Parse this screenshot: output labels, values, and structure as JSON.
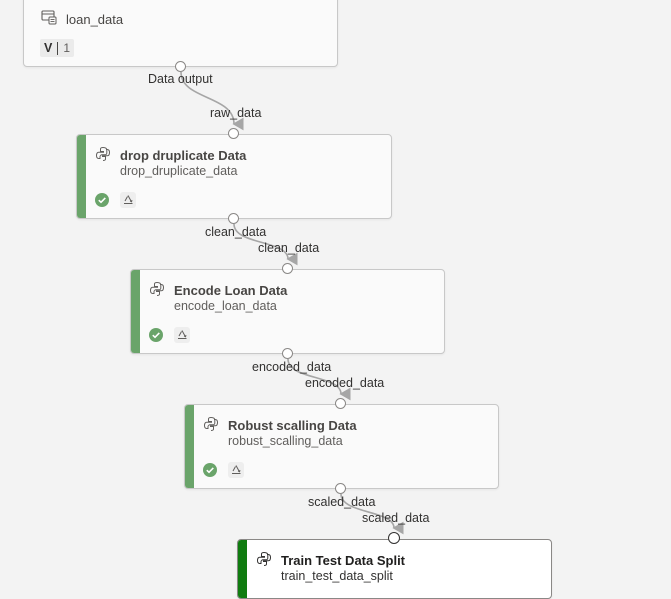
{
  "dataset": {
    "name": "loan_data",
    "version_letter": "V",
    "version_number": "1",
    "output_port": "Data output"
  },
  "components": [
    {
      "title": "drop druplicate Data",
      "subtitle": "drop_druplicate_data",
      "input_port": "raw_data",
      "output_port": "clean_data",
      "status": "completed"
    },
    {
      "title": "Encode Loan Data",
      "subtitle": "encode_loan_data",
      "input_port": "clean_data",
      "output_port": "encoded_data",
      "status": "completed"
    },
    {
      "title": "Robust scalling Data",
      "subtitle": "robust_scalling_data",
      "input_port": "encoded_data",
      "output_port": "scaled_data",
      "status": "completed"
    },
    {
      "title": "Train Test Data Split",
      "subtitle": "train_test_data_split",
      "input_port": "scaled_data"
    }
  ],
  "colors": {
    "accent_completed": "#6aa46a",
    "accent_selected": "#107c10",
    "success": "#6aa46a",
    "edge": "#a6a6a6"
  },
  "icons": {
    "dataset": "dataset-icon",
    "component": "python-icon",
    "status": "check-circle-icon",
    "reuse": "recycle-icon"
  }
}
